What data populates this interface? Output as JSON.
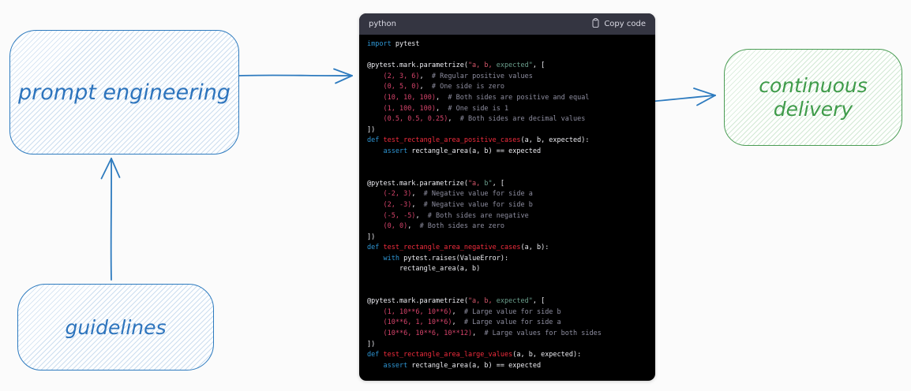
{
  "colors": {
    "blue": "#2e7bbf",
    "blue_text": "#2d74bd",
    "green": "#4b9d55",
    "green_text": "#3f9b4a",
    "page_bg": "#fbfbfb",
    "code_header_bg": "#343541",
    "code_body_bg": "#000000",
    "code_header_text": "#d9d9e3"
  },
  "diagram": {
    "boxes": {
      "prompt_engineering": {
        "label": "prompt engineering"
      },
      "guidelines": {
        "label": "guidelines"
      },
      "continuous_delivery": {
        "line1": "continuous",
        "line2": "delivery"
      }
    },
    "arrows": [
      {
        "from": "prompt-engineering",
        "to": "code-block"
      },
      {
        "from": "guidelines",
        "to": "prompt-engineering"
      },
      {
        "from": "code-block",
        "to": "continuous-delivery"
      }
    ]
  },
  "code_block": {
    "language_label": "python",
    "copy_label": "Copy code",
    "token_colors": {
      "p": "#ececf1",
      "k": "#2e95d3",
      "f": "#f22c3d",
      "s": "#d4566a",
      "g": "#6a9e8c",
      "n": "#d4436a",
      "c": "#8e8ea0"
    },
    "lines": [
      [
        [
          "k",
          "import"
        ],
        [
          "p",
          " pytest"
        ]
      ],
      [],
      [
        [
          "p",
          "@pytest.mark.parametrize("
        ],
        [
          "s",
          "\"a, b, "
        ],
        [
          "g",
          "expected\""
        ],
        [
          "p",
          ", ["
        ]
      ],
      [
        [
          "p",
          "    "
        ],
        [
          "n",
          "(2, 3, 6)"
        ],
        [
          "p",
          ",  "
        ],
        [
          "c",
          "# Regular positive values"
        ]
      ],
      [
        [
          "p",
          "    "
        ],
        [
          "n",
          "(0, 5, 0)"
        ],
        [
          "p",
          ",  "
        ],
        [
          "c",
          "# One side is zero"
        ]
      ],
      [
        [
          "p",
          "    "
        ],
        [
          "n",
          "(10, 10, 100)"
        ],
        [
          "p",
          ",  "
        ],
        [
          "c",
          "# Both sides are positive and equal"
        ]
      ],
      [
        [
          "p",
          "    "
        ],
        [
          "n",
          "(1, 100, 100)"
        ],
        [
          "p",
          ",  "
        ],
        [
          "c",
          "# One side is 1"
        ]
      ],
      [
        [
          "p",
          "    "
        ],
        [
          "n",
          "(0.5, 0.5, 0.25)"
        ],
        [
          "p",
          ",  "
        ],
        [
          "c",
          "# Both sides are decimal values"
        ]
      ],
      [
        [
          "p",
          "])"
        ]
      ],
      [
        [
          "k",
          "def"
        ],
        [
          "p",
          " "
        ],
        [
          "f",
          "test_rectangle_area_positive_cases"
        ],
        [
          "p",
          "(a, b, expected):"
        ]
      ],
      [
        [
          "p",
          "    "
        ],
        [
          "k",
          "assert"
        ],
        [
          "p",
          " rectangle_area(a, b) == expected"
        ]
      ],
      [],
      [],
      [
        [
          "p",
          "@pytest.mark.parametrize("
        ],
        [
          "s",
          "\"a, "
        ],
        [
          "g",
          "b\""
        ],
        [
          "p",
          ", ["
        ]
      ],
      [
        [
          "p",
          "    "
        ],
        [
          "n",
          "(-2, 3)"
        ],
        [
          "p",
          ",  "
        ],
        [
          "c",
          "# Negative value for side a"
        ]
      ],
      [
        [
          "p",
          "    "
        ],
        [
          "n",
          "(2, -3)"
        ],
        [
          "p",
          ",  "
        ],
        [
          "c",
          "# Negative value for side b"
        ]
      ],
      [
        [
          "p",
          "    "
        ],
        [
          "n",
          "(-5, -5)"
        ],
        [
          "p",
          ",  "
        ],
        [
          "c",
          "# Both sides are negative"
        ]
      ],
      [
        [
          "p",
          "    "
        ],
        [
          "n",
          "(0, 0)"
        ],
        [
          "p",
          ",  "
        ],
        [
          "c",
          "# Both sides are zero"
        ]
      ],
      [
        [
          "p",
          "])"
        ]
      ],
      [
        [
          "k",
          "def"
        ],
        [
          "p",
          " "
        ],
        [
          "f",
          "test_rectangle_area_negative_cases"
        ],
        [
          "p",
          "(a, b):"
        ]
      ],
      [
        [
          "p",
          "    "
        ],
        [
          "k",
          "with"
        ],
        [
          "p",
          " pytest.raises(ValueError):"
        ]
      ],
      [
        [
          "p",
          "        rectangle_area(a, b)"
        ]
      ],
      [],
      [],
      [
        [
          "p",
          "@pytest.mark.parametrize("
        ],
        [
          "s",
          "\"a, b, "
        ],
        [
          "g",
          "expected\""
        ],
        [
          "p",
          ", ["
        ]
      ],
      [
        [
          "p",
          "    "
        ],
        [
          "n",
          "(1, 10**6, 10**6)"
        ],
        [
          "p",
          ",  "
        ],
        [
          "c",
          "# Large value for side b"
        ]
      ],
      [
        [
          "p",
          "    "
        ],
        [
          "n",
          "(10**6, 1, 10**6)"
        ],
        [
          "p",
          ",  "
        ],
        [
          "c",
          "# Large value for side a"
        ]
      ],
      [
        [
          "p",
          "    "
        ],
        [
          "n",
          "(10**6, 10**6, 10**12)"
        ],
        [
          "p",
          ",  "
        ],
        [
          "c",
          "# Large values for both sides"
        ]
      ],
      [
        [
          "p",
          "])"
        ]
      ],
      [
        [
          "k",
          "def"
        ],
        [
          "p",
          " "
        ],
        [
          "f",
          "test_rectangle_area_large_values"
        ],
        [
          "p",
          "(a, b, expected):"
        ]
      ],
      [
        [
          "p",
          "    "
        ],
        [
          "k",
          "assert"
        ],
        [
          "p",
          " rectangle_area(a, b) == expected"
        ]
      ]
    ]
  }
}
